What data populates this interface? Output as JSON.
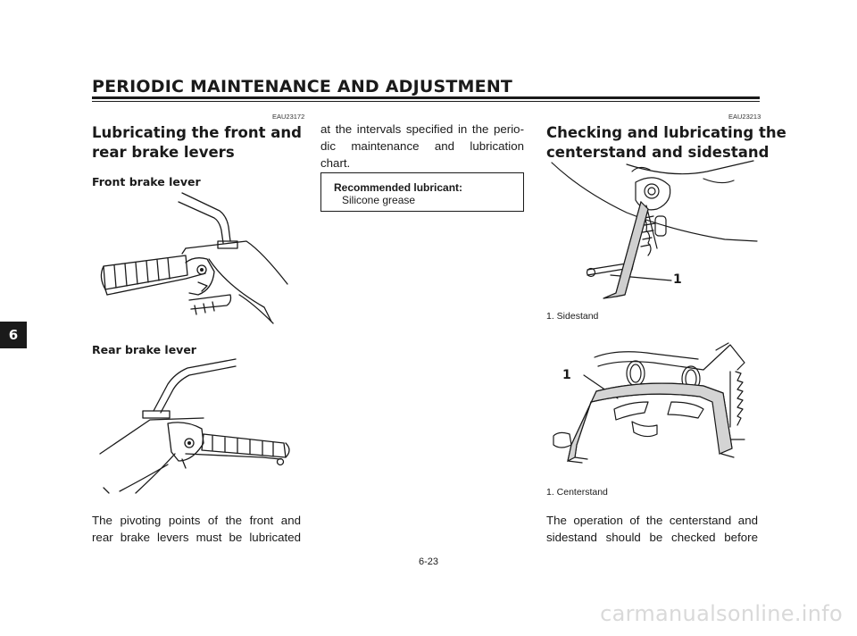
{
  "header": {
    "title": "PERIODIC MAINTENANCE AND ADJUSTMENT"
  },
  "chapter_tab": "6",
  "left": {
    "code": "EAU23172",
    "title_line1": "Lubricating the front and",
    "title_line2": "rear brake levers",
    "front_heading": "Front brake lever",
    "rear_heading": "Rear brake lever",
    "para_line1": "The pivoting points of the front and",
    "para_line2": "rear brake levers must be lubricated"
  },
  "middle": {
    "para_line1": "at the intervals specified in the perio-",
    "para_line2": "dic maintenance and lubrication",
    "para_line3": "chart.",
    "lubricant_label": "Recommended lubricant:",
    "lubricant_value": "Silicone grease"
  },
  "right": {
    "code": "EAU23213",
    "title_line1": "Checking and lubricating the",
    "title_line2": "centerstand and sidestand",
    "callout_sidestand": "1",
    "caption_sidestand": "1. Sidestand",
    "callout_centerstand": "1",
    "caption_centerstand": "1. Centerstand",
    "para_line1": "The operation of the centerstand and",
    "para_line2": "sidestand should be checked before"
  },
  "footer": {
    "page_number": "6-23"
  },
  "watermark": "carmanualsonline.info"
}
